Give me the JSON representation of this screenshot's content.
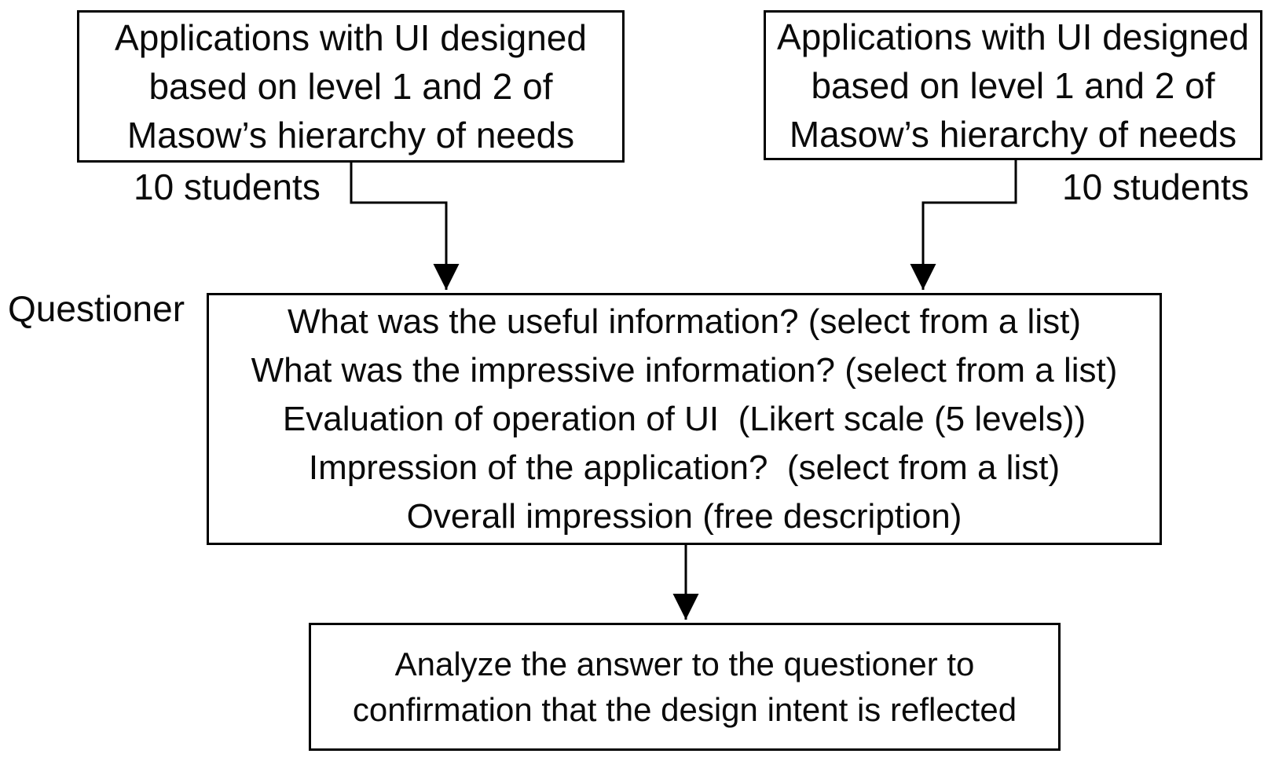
{
  "page": {
    "background": "#ffffff"
  },
  "colors": {
    "stroke": "#000000",
    "text": "#0a0a0a"
  },
  "labels": {
    "questioner": "Questioner",
    "students_left": "10 students",
    "students_right": "10 students"
  },
  "boxes": {
    "app_left": {
      "lines": [
        "Applications with UI designed",
        "based on level 1 and 2 of",
        "Masow’s hierarchy of needs"
      ]
    },
    "app_right": {
      "lines": [
        "Applications with UI designed",
        "based on level 1 and 2 of",
        "Masow’s hierarchy of needs"
      ]
    },
    "questionnaire": {
      "lines": [
        "What was the useful information? (select from a list)",
        "What was the impressive information? (select from a list)",
        "Evaluation of operation of UI  (Likert scale (5 levels))",
        "Impression of the application?  (select from a list)",
        "Overall impression (free description)"
      ]
    },
    "analysis": {
      "lines": [
        "Analyze the answer to the questioner to",
        "confirmation that the design intent is reflected"
      ]
    }
  },
  "connectors": [
    {
      "name": "left-app-to-questionnaire",
      "type": "elbow-arrow"
    },
    {
      "name": "right-app-to-questionnaire",
      "type": "elbow-arrow"
    },
    {
      "name": "questionnaire-to-analysis",
      "type": "straight-arrow"
    }
  ]
}
